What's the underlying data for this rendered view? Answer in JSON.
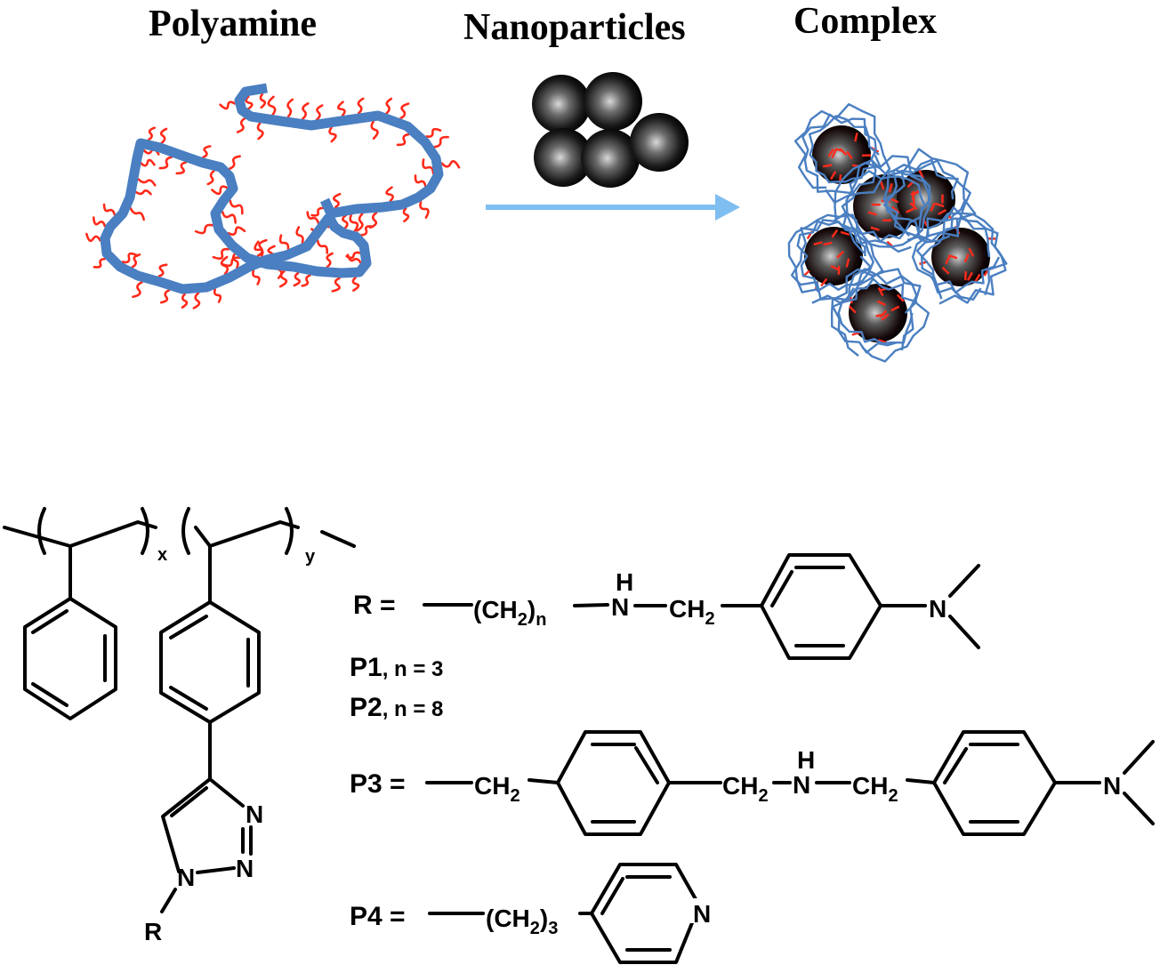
{
  "titles": {
    "polyamine": "Polyamine",
    "nanoparticles": "Nanoparticles",
    "complex": "Complex"
  },
  "copolymer": {
    "x_sub": "x",
    "y_sub": "y",
    "r_label": "R",
    "triazole_n1": "N",
    "triazole_n2": "N",
    "triazole_n3": "N"
  },
  "r_def": {
    "label": "R =",
    "ch2_open": "(CH",
    "sub2": "2",
    "close_n": ")",
    "sub_n": "n",
    "nh_h": "H",
    "nh_n": "N",
    "ch2b": "CH",
    "ch2b_sub": "2",
    "n_terminal": "N"
  },
  "variants": {
    "p1_label": "P1",
    "p1_cond": ",  n = 3",
    "p2_label": "P2",
    "p2_cond": ",  n = 8"
  },
  "p3": {
    "label": "P3 =",
    "ch2a": "CH",
    "ch2a_sub": "2",
    "ch2b": "CH",
    "ch2b_sub": "2",
    "nh_h": "H",
    "nh_n": "N",
    "ch2c": "CH",
    "ch2c_sub": "2",
    "n_terminal": "N"
  },
  "p4": {
    "label": "P4 =",
    "ch2_open": "(CH",
    "sub2": "2",
    "close": ")",
    "sub3": "3",
    "pyridine_n": "N"
  },
  "colors": {
    "chain": "#4a7fc1",
    "side_chains": "#ff2a1a",
    "arrow": "#7fbef0",
    "particle": "#111111"
  }
}
